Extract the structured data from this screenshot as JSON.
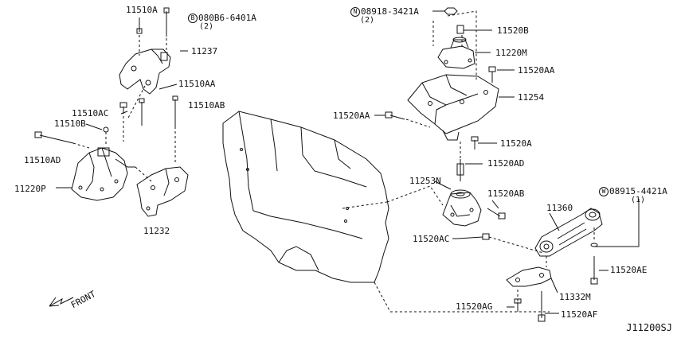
{
  "labels": {
    "p11510A": "11510A",
    "p080B6": "080B6-6401A",
    "p080B6_qty": "(2)",
    "p11237": "11237",
    "p11510AA": "11510AA",
    "p11510AC": "11510AC",
    "p11510B": "11510B",
    "p11510AB": "11510AB",
    "p11510AD": "11510AD",
    "p11220P": "11220P",
    "p11232": "11232",
    "p08918": "08918-3421A",
    "p08918_qty": "(2)",
    "p11520B": "11520B",
    "p11220M": "11220M",
    "p11520AA_r": "11520AA",
    "p11254": "11254",
    "p11520AA_l": "11520AA",
    "p11520A": "11520A",
    "p11520AD": "11520AD",
    "p11253N": "11253N",
    "p11520AB": "11520AB",
    "p11520AC": "11520AC",
    "p11360": "11360",
    "p08915": "08915-4421A",
    "p08915_qty": "(1)",
    "p11520AE": "11520AE",
    "p11332M": "11332M",
    "p11520AG": "11520AG",
    "p11520AF": "11520AF"
  },
  "prefix": {
    "b": "B",
    "n": "N",
    "w": "W"
  },
  "front": "FRONT",
  "diagram_code": "J11200SJ",
  "colors": {
    "line": "#111111",
    "background": "#ffffff"
  }
}
